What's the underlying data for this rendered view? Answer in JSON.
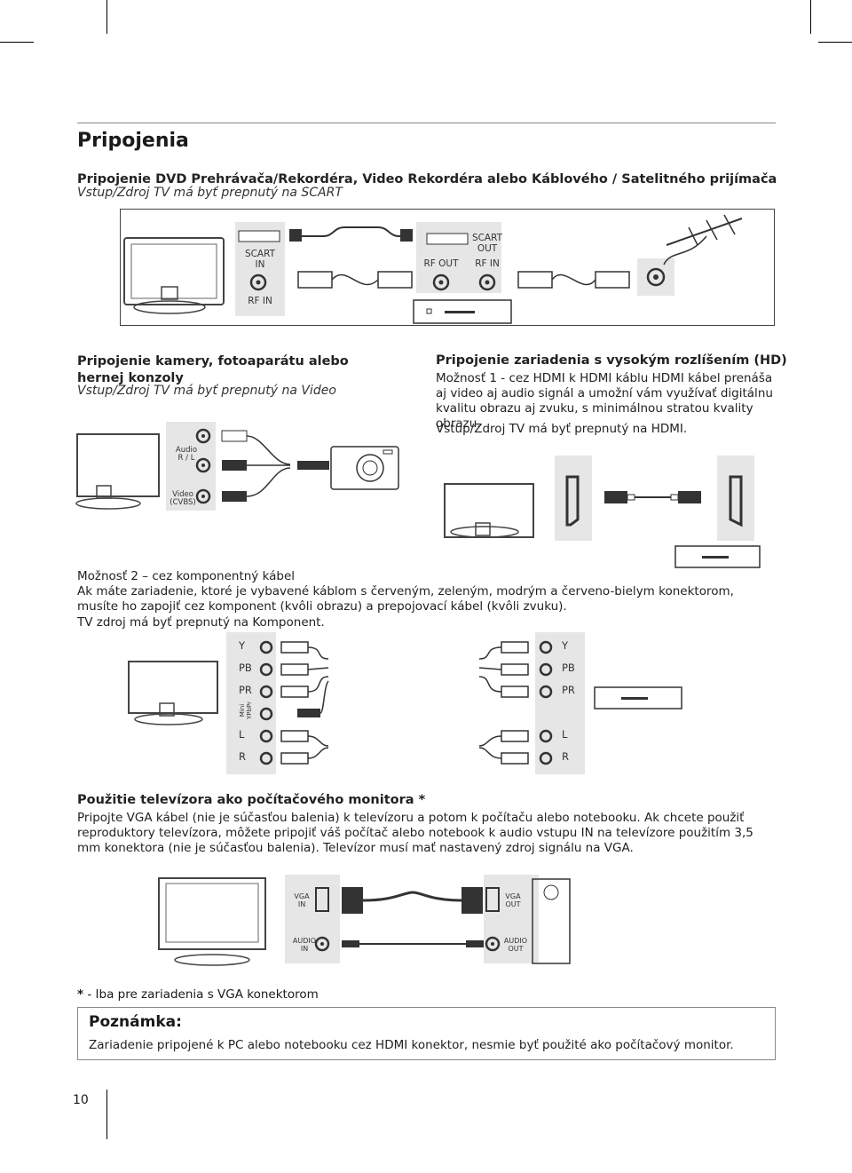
{
  "page": {
    "title": "Pripojenia",
    "page_number": "10"
  },
  "section_scart": {
    "heading": "Pripojenie DVD Prehrávača/Rekordéra, Video Rekordéra alebo Káblového / Satelitného prijímača",
    "subheading": "Vstup/Zdroj TV má byť prepnutý na SCART",
    "labels": {
      "scart_in": "SCART\nIN",
      "rf_in_tv": "RF IN",
      "rf_out": "RF OUT",
      "scart_out": "SCART\nOUT",
      "rf_in_dev": "RF IN"
    }
  },
  "section_camera": {
    "heading": "Pripojenie kamery, fotoaparátu alebo hernej konzoly",
    "subheading": "Vstup/Zdroj TV má byť prepnutý na Video",
    "labels": {
      "audio": "Audio\nR / L",
      "video": "Video\n(CVBS)"
    }
  },
  "section_hd": {
    "heading": "Pripojenie zariadenia s vysokým rozlíšením (HD)",
    "body": "Možnosť 1 - cez HDMI k HDMI káblu  HDMI kábel prenáša aj video aj audio signál a umožní vám využívať digitálnu kvalitu obrazu aj zvuku, s minimálnou stratou kvality obrazu.",
    "source": "Vstup/Zdroj TV má byť prepnutý na HDMI."
  },
  "section_component": {
    "intro": "Možnosť 2 – cez komponentný kábel",
    "body": "Ak máte zariadenie, ktoré je vybavené káblom s červeným, zeleným, modrým a červeno-bielym konektorom, musíte ho zapojiť cez komponent (kvôli obrazu) a prepojovací kábel (kvôli zvuku).",
    "source": "TV zdroj má byť prepnutý na Komponent.",
    "labels_left": [
      "Y",
      "PB",
      "PR",
      "L",
      "R"
    ],
    "labels_right": [
      "Y",
      "PB",
      "PR",
      "L",
      "R"
    ],
    "mini_label": "Mini\nYPbPr"
  },
  "section_vga": {
    "heading": "Použitie televízora ako počítačového monitora *",
    "body": "Pripojte VGA kábel (nie je súčasťou balenia) k televízoru a potom k počítaču alebo notebooku. Ak chcete použiť reproduktory televízora, môžete pripojiť váš počítač alebo notebook k audio vstupu IN na televízore použitím 3,5 mm konektora (nie je súčasťou balenia). Televízor musí mať nastavený zdroj signálu na VGA.",
    "labels": {
      "vga_in": "VGA\nIN",
      "audio_in": "AUDIO\nIN",
      "vga_out": "VGA\nOUT",
      "audio_out": "AUDIO\nOUT"
    }
  },
  "footnote": {
    "star": "*",
    "text": " - Iba pre zariadenia s VGA konektorom"
  },
  "note": {
    "title": "Poznámka:",
    "text": "Zariadenie pripojené k PC alebo notebooku cez HDMI konektor, nesmie byť použité ako počítačový monitor."
  }
}
